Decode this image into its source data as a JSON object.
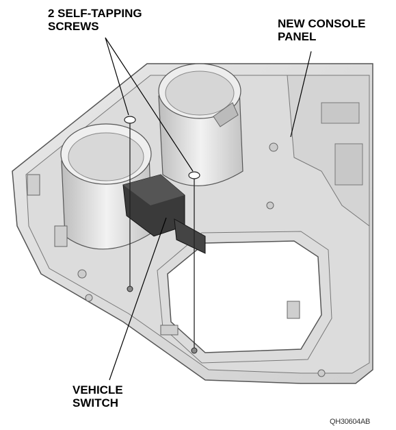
{
  "labels": {
    "screws": {
      "line1": "2 SELF-TAPPING",
      "line2": "SCREWS"
    },
    "panel": {
      "line1": "NEW CONSOLE",
      "line2": "PANEL"
    },
    "switch": {
      "line1": "VEHICLE",
      "line2": "SWITCH"
    }
  },
  "figure_code": "QH30604AB"
}
